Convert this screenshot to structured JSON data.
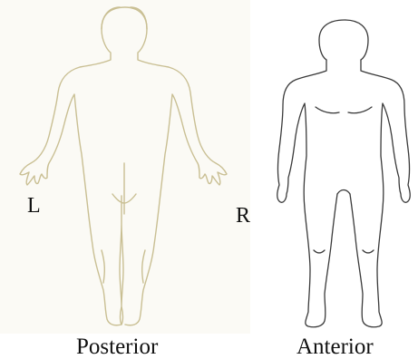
{
  "labels": {
    "left": "L",
    "right": "R",
    "posterior": "Posterior",
    "anterior": "Anterior"
  },
  "colors": {
    "posterior_outline": "#c9bf93",
    "anterior_outline": "#3a3a3a",
    "posterior_background": "#fbfaf5",
    "text": "#111111"
  }
}
